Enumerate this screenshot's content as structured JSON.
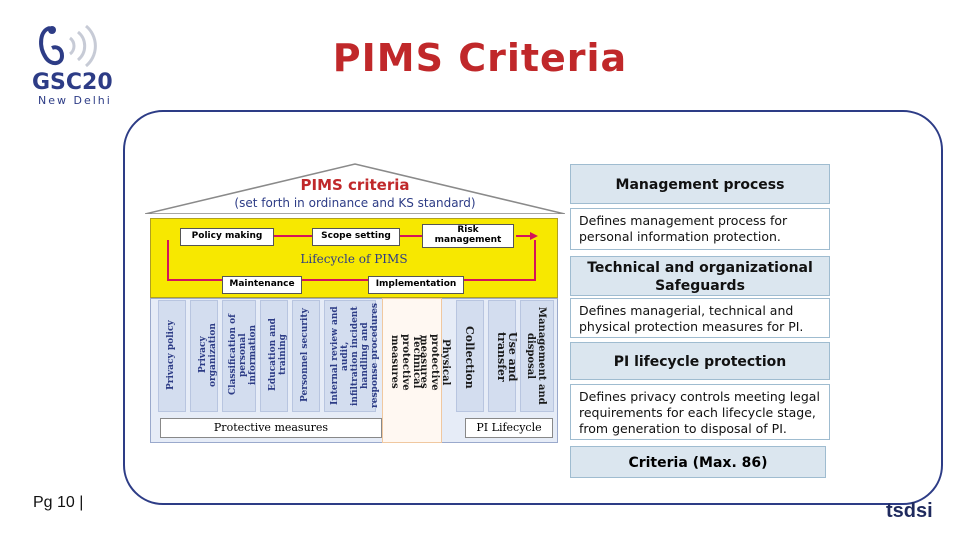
{
  "slide": {
    "title": "PIMS Criteria",
    "page_label": "Pg 10 |"
  },
  "logo": {
    "name": "GSC20",
    "sub": "New Delhi"
  },
  "brand": {
    "name": "tsdsi"
  },
  "diagram": {
    "roof_title": "PIMS criteria",
    "roof_subtitle": "(set forth in ordinance and KS standard)",
    "band_items": {
      "policy": "Policy making",
      "scope": "Scope setting",
      "risk": "Risk management"
    },
    "lifecycle_label": "Lifecycle of PIMS",
    "maintenance": "Maintenance",
    "implementation": "Implementation",
    "pillars_left": [
      "Privacy policy",
      "Privacy organization",
      "Classification of\npersonal information",
      "Education and training",
      "Personnel security",
      "Internal review and audit,\ninfiltration incident\nhandling and\nresponse procedures"
    ],
    "technical": "Technical\nprotective measures",
    "physical": "Physical\nprotective measures",
    "pillars_right": [
      "Collection",
      "Use and transfer",
      "Management and\ndisposal"
    ],
    "protective_measures": "Protective measures",
    "pi_lifecycle": "PI Lifecycle"
  },
  "panel": {
    "management_process": {
      "title": "Management  process",
      "desc": "Defines management process for personal information protection."
    },
    "tech_org": {
      "title": "Technical and organizational Safeguards",
      "desc": "Defines managerial, technical and physical protection measures for PI."
    },
    "pi_lifecycle": {
      "title": "PI lifecycle protection",
      "desc": "Defines privacy controls meeting legal requirements for each lifecycle stage, from generation to disposal of  PI."
    },
    "criteria": "Criteria (Max. 86)"
  }
}
